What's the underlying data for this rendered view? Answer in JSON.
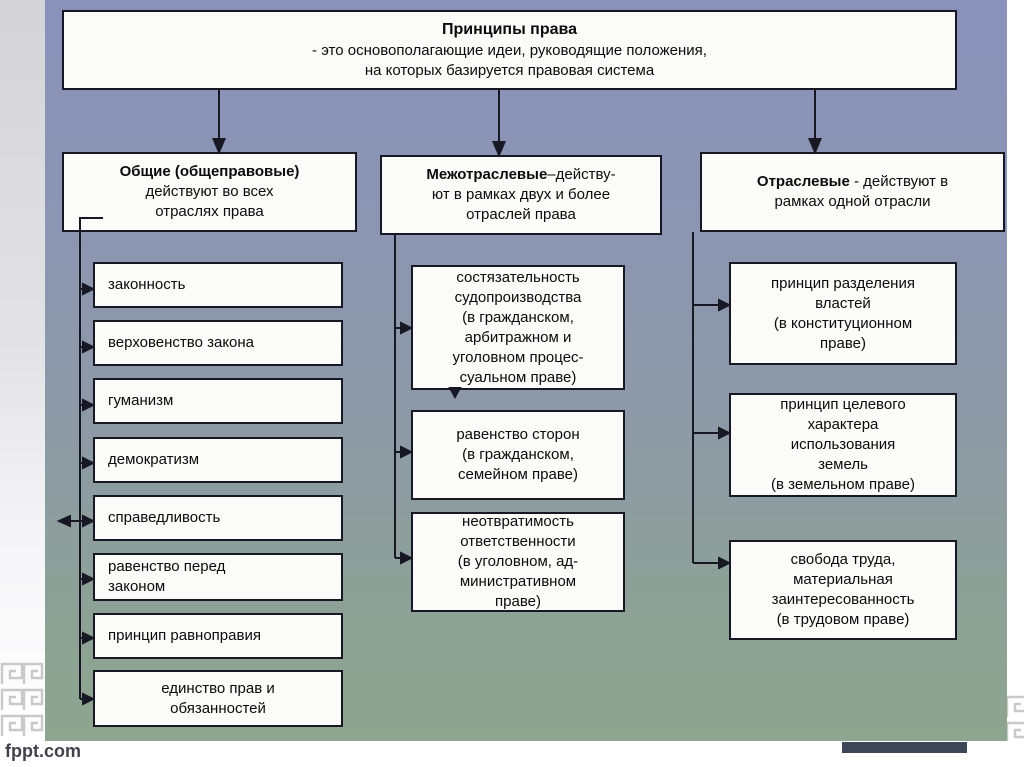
{
  "watermark": "fppt.com",
  "root_box": {
    "title": "Принципы права",
    "body": "- это основополагающие идеи, руководящие положения,\nна которых базируется правовая система"
  },
  "branches": [
    {
      "id": "general",
      "bold": "Общие (общеправовые)",
      "suffix": "",
      "rest": "действуют во всех\nотраслях права",
      "items": [
        "законность",
        "верховенство закона",
        "гуманизм",
        "демократизм",
        "справедливость",
        "равенство перед\nзаконом",
        "принцип равноправия",
        "единство прав и\nобязанностей"
      ]
    },
    {
      "id": "intersectoral",
      "bold": "Межотраслевые",
      "suffix": "–действу-",
      "rest": "ют в рамках двух и более\nотраслей права",
      "items": [
        "состязательность\nсудопроизводства\n(в гражданском,\nарбитражном и\nуголовном процес-\nсуальном праве)",
        "равенство сторон\n(в гражданском,\nсемейном праве)",
        "неотвратимость\nответственности\n(в уголовном, ад-\nминистративном\nправе)"
      ]
    },
    {
      "id": "sectoral",
      "bold": "Отраслевые",
      "suffix": " - действуют в",
      "rest": "рамках одной отрасли",
      "items": [
        "принцип разделения\nвластей\n(в конституционном\nправе)",
        "принцип целевого\nхарактера\nиспользования\nземель\n(в земельном праве)",
        "свобода труда,\nматериальная\nзаинтересованность\n(в трудовом праве)"
      ]
    }
  ],
  "colors": {
    "bg_top": "#8a91bb",
    "bg_bottom": "#8ea590",
    "box_fill": "#fbfbf9",
    "box_border": "#181824",
    "connector": "#181824",
    "footer_bar": "#3d4757",
    "margin_gray": "#d4d4d8"
  }
}
